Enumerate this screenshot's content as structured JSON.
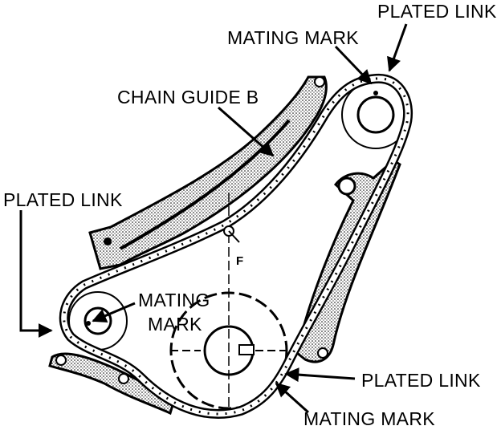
{
  "labels": {
    "plated_link_top": "PLATED LINK",
    "mating_mark_top": "MATING MARK",
    "chain_guide_b": "CHAIN GUIDE B",
    "plated_link_left": "PLATED LINK",
    "mating_mark_left_1": "MATING",
    "mating_mark_left_2": "MARK",
    "plated_link_bottom": "PLATED LINK",
    "mating_mark_bottom": "MATING MARK",
    "point_f": "F"
  }
}
